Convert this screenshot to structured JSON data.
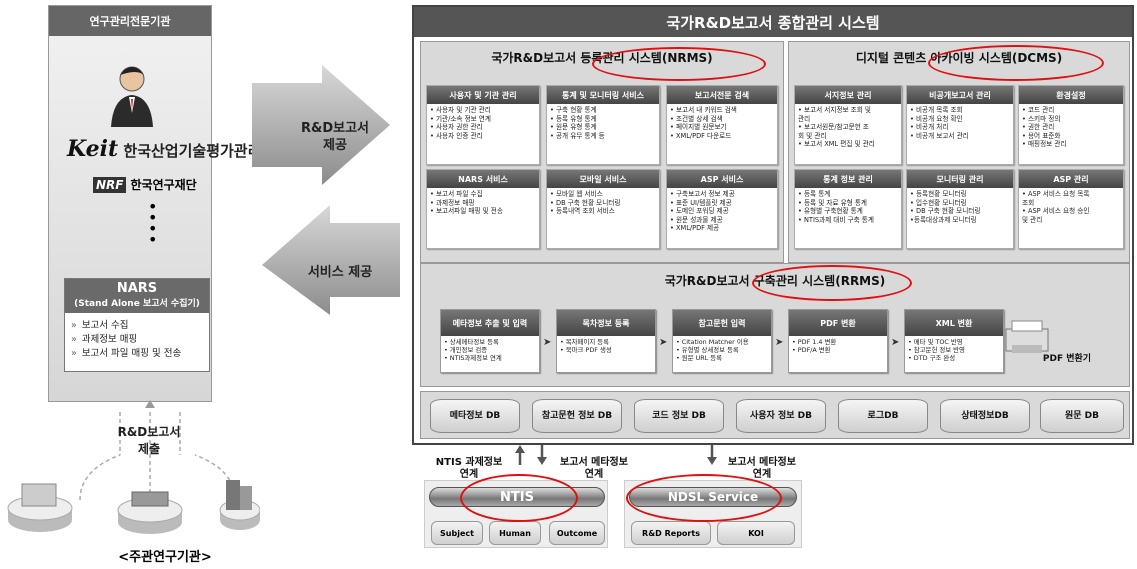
{
  "left_panel": {
    "title": "연구관리전문기관",
    "keit_logo": "한국산업기술평가관리원",
    "keit_mark": "Keit",
    "nrf_logo": "한국연구재단",
    "nrf_mark": "NRF",
    "nars": {
      "title": "NARS",
      "subtitle": "(Stand Alone 보고서 수집기)",
      "items": [
        "보고서 수집",
        "과제정보 매핑",
        "보고서 파일 매핑 및 전송"
      ]
    }
  },
  "arrows": {
    "provide": [
      "R&D보고서",
      "제공"
    ],
    "service": "서비스 제공",
    "submit": [
      "R&D보고서",
      "제출"
    ]
  },
  "bottom_left_label": "<주관연구기관>",
  "main": {
    "title": "국가R&D보고서 종합관리 시스템",
    "nrms": {
      "title": "국가R&D보고서 등록관리 시스템(NRMS)",
      "boxes": [
        {
          "title": "사용자 및 기관 관리",
          "lines": [
            "• 사용자 및 기관 관리",
            "• 기관/소속 정보 연계",
            "• 사용자 권한 관리",
            "• 사용자 인증 관리"
          ]
        },
        {
          "title": "통계 및 모니터링 서비스",
          "lines": [
            "• 구축 현황 통계",
            "• 등록 유형 통계",
            "• 원문 유형 통계",
            "• 공개 유무 통계 등"
          ]
        },
        {
          "title": "보고서전문 검색",
          "lines": [
            "• 보고서 내 키워드 검색",
            "• 조건별 상세 검색",
            "• 페이지별 원문보기",
            "• XML/PDF 다운로드"
          ]
        },
        {
          "title": "NARS 서비스",
          "lines": [
            "• 보고서 파일 수집",
            "• 과제정보 매핑",
            "• 보고서파일 매핑 및 전송"
          ]
        },
        {
          "title": "모바일 서비스",
          "lines": [
            "• 모바일 웹 서비스",
            "• DB 구축 현황 모니터링",
            "• 등록내역 조회 서비스"
          ]
        },
        {
          "title": "ASP 서비스",
          "lines": [
            "• 구축보고서 정보 제공",
            "• 표준 UI/템플릿 제공",
            "• 도메인 포워딩 제공",
            "• 원문 성과물 제공",
            "• XML/PDF 제공"
          ]
        }
      ]
    },
    "dcms": {
      "title": "디지털 콘텐츠 아카이빙 시스템(DCMS)",
      "boxes": [
        {
          "title": "서지정보 관리",
          "lines": [
            "• 보고서 서지정보 조회 및",
            "  관리",
            "• 보고서원문/참고문헌 조",
            "  회 및 관리",
            "• 보고서 XML 편집 및 관리"
          ]
        },
        {
          "title": "비공개보고서 관리",
          "lines": [
            "• 비공개 목록 조회",
            "• 비공개 요청 확인",
            "• 비공개 처리",
            "• 비공개 보고서 관리"
          ]
        },
        {
          "title": "환경설정",
          "lines": [
            "• 코드 관리",
            "• 스키마 정의",
            "• 권한 관리",
            "• 용어 표준화",
            "• 매핑정보 관리"
          ]
        },
        {
          "title": "통계 정보 관리",
          "lines": [
            "• 등록 통계",
            "• 등록 및 자료 유형 통계",
            "• 유형별 구축현황 통계",
            "• NTIS과제 대비 구축 통계"
          ]
        },
        {
          "title": "모니터링 관리",
          "lines": [
            "• 등록현황 모니터링",
            "• 입수현황 모니터링",
            "• DB 구축 현황 모니터링",
            "•등록대상과제 모니터링"
          ]
        },
        {
          "title": "ASP 관리",
          "lines": [
            "• ASP 서비스 요청 목록",
            "  조회",
            "• ASP 서비스 요청 승인",
            "  및 관리"
          ]
        }
      ]
    },
    "rrms": {
      "title": "국가R&D보고서 구축관리 시스템(RRMS)",
      "steps": [
        {
          "title": "메타정보 추출 및 입력",
          "lines": [
            "• 상세메타정보 등록",
            "• 개인정보 검증",
            "• NTIS과제정보 연계"
          ]
        },
        {
          "title": "목차정보 등록",
          "lines": [
            "• 목차페이지 등록",
            "• 북마크 PDF 생성"
          ]
        },
        {
          "title": "참고문헌 입력",
          "lines": [
            "• Citation Matcher 이용",
            "• 유형별 상세정보 등록",
            "• 원문 URL 등록"
          ]
        },
        {
          "title": "PDF 변환",
          "lines": [
            "• PDF 1.4 변환",
            "• PDF/A 변환"
          ]
        },
        {
          "title": "XML 변환",
          "lines": [
            "• 메타 및 TOC 반영",
            "• 참고문헌 정보 반영",
            "• DTD 구조 완성"
          ]
        }
      ],
      "converter": "PDF 변환기"
    },
    "dbs": [
      "메타정보 DB",
      "참고문헌 정보 DB",
      "코드 정보 DB",
      "사용자 정보 DB",
      "로그DB",
      "상태정보DB",
      "원문 DB"
    ]
  },
  "links": {
    "ntis_task": [
      "NTIS 과제정보",
      "연계"
    ],
    "report_meta_1": [
      "보고서 메타정보",
      "연계"
    ],
    "report_meta_2": [
      "보고서 메타정보",
      "연계"
    ]
  },
  "ntis": {
    "title": "NTIS",
    "subs": [
      "Subject",
      "Human",
      "Outcome"
    ]
  },
  "ndsl": {
    "title": "NDSL Service",
    "subs": [
      "R&D Reports",
      "KOI"
    ]
  }
}
